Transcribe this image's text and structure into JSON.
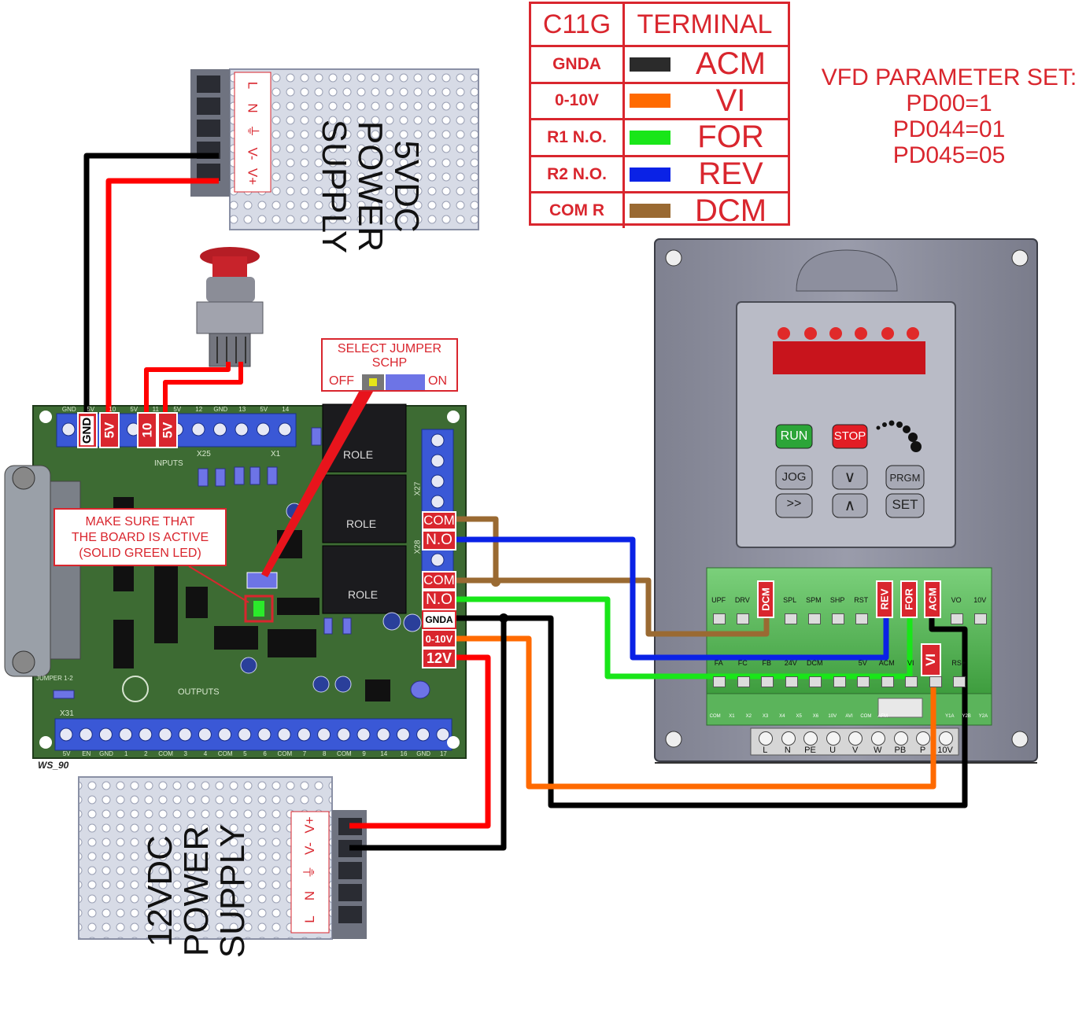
{
  "legend": {
    "header_left": "C11G",
    "header_right": "TERMINAL",
    "rows": [
      {
        "signal": "GNDA",
        "terminal": "ACM",
        "color": "#2b2b2b"
      },
      {
        "signal": "0-10V",
        "terminal": "VI",
        "color": "#ff6a00"
      },
      {
        "signal": "R1 N.O.",
        "terminal": "FOR",
        "color": "#19e619"
      },
      {
        "signal": "R2 N.O.",
        "terminal": "REV",
        "color": "#0a22e6"
      },
      {
        "signal": "COM R",
        "terminal": "DCM",
        "color": "#9a6a32"
      }
    ]
  },
  "vfd_params": {
    "title": "VFD PARAMETER SET:",
    "lines": [
      "PD00=1",
      "PD044=01",
      "PD045=05"
    ]
  },
  "psu_5v": {
    "label_lines": [
      "5VDC",
      "POWER",
      "SUPPLY"
    ],
    "terminals": [
      "L",
      "N",
      "⏚",
      "V-",
      "V+"
    ]
  },
  "psu_12v": {
    "label_lines": [
      "12VDC",
      "POWER",
      "SUPPLY"
    ],
    "terminals": [
      "V+",
      "V-",
      "⏚",
      "N",
      "L"
    ]
  },
  "jumper_callout": {
    "title_lines": [
      "SELECT JUMPER",
      "SCHP"
    ],
    "off": "OFF",
    "on": "ON"
  },
  "led_callout": {
    "lines": [
      "MAKE SURE THAT",
      "THE BOARD IS ACTIVE",
      "(SOLID GREEN LED)"
    ]
  },
  "board": {
    "input_tags": [
      "GND",
      "5V",
      "10",
      "5V"
    ],
    "input_silk": [
      "GND",
      "5V",
      "10",
      "5V",
      "11",
      "5V",
      "12",
      "GND",
      "13",
      "5V",
      "14"
    ],
    "relay_labels": [
      "ROLE",
      "ROLE",
      "ROLE"
    ],
    "right_tags": [
      "COM",
      "N.O",
      "COM",
      "N.O",
      "GNDA",
      "0-10V",
      "12V"
    ],
    "output_silk": [
      "5V",
      "EN",
      "GND",
      "1",
      "2",
      "COM",
      "3",
      "4",
      "COM",
      "5",
      "6",
      "COM",
      "7",
      "8",
      "COM",
      "9",
      "14",
      "16",
      "GND",
      "17"
    ],
    "silk_inputs": "INPUTS",
    "silk_outputs": "OUTPUTS",
    "silk_jumper": "JUMPER 1-2",
    "silk_x25": "X25",
    "silk_x1": "X1",
    "silk_x31": "X31",
    "silk_x27": "X27",
    "silk_x28": "X28",
    "model": "WS_90"
  },
  "vfd": {
    "buttons": {
      "run": "RUN",
      "stop": "STOP",
      "jog": "JOG",
      "fwd_rev": ">>",
      "down": "∨",
      "up": "∧",
      "prgm": "PRGM",
      "set": "SET"
    },
    "upper_terminals": [
      "UPF",
      "DRV",
      "DCM",
      "SPL",
      "SPM",
      "SHP",
      "RST",
      "REV",
      "FOR",
      "ACM",
      "VO",
      "10V"
    ],
    "tagged_upper": [
      "DCM",
      "REV",
      "FOR",
      "ACM"
    ],
    "mid_terminals": [
      "FA",
      "FC",
      "FB",
      "24V",
      "DCM",
      "",
      "5V",
      "ACM",
      "VI",
      "RS-",
      "RS+"
    ],
    "lower_terminals": [
      "COM",
      "X1",
      "X2",
      "X3",
      "X4",
      "X5",
      "X6",
      "10V",
      "AVI",
      "COM",
      "AFM",
      "",
      "",
      "",
      "Y1A",
      "Y2B",
      "Y2A"
    ],
    "power_terminals": [
      "L",
      "N",
      "PE",
      "U",
      "V",
      "W",
      "PB",
      "P",
      "10V"
    ],
    "vi_tag": "VI"
  }
}
